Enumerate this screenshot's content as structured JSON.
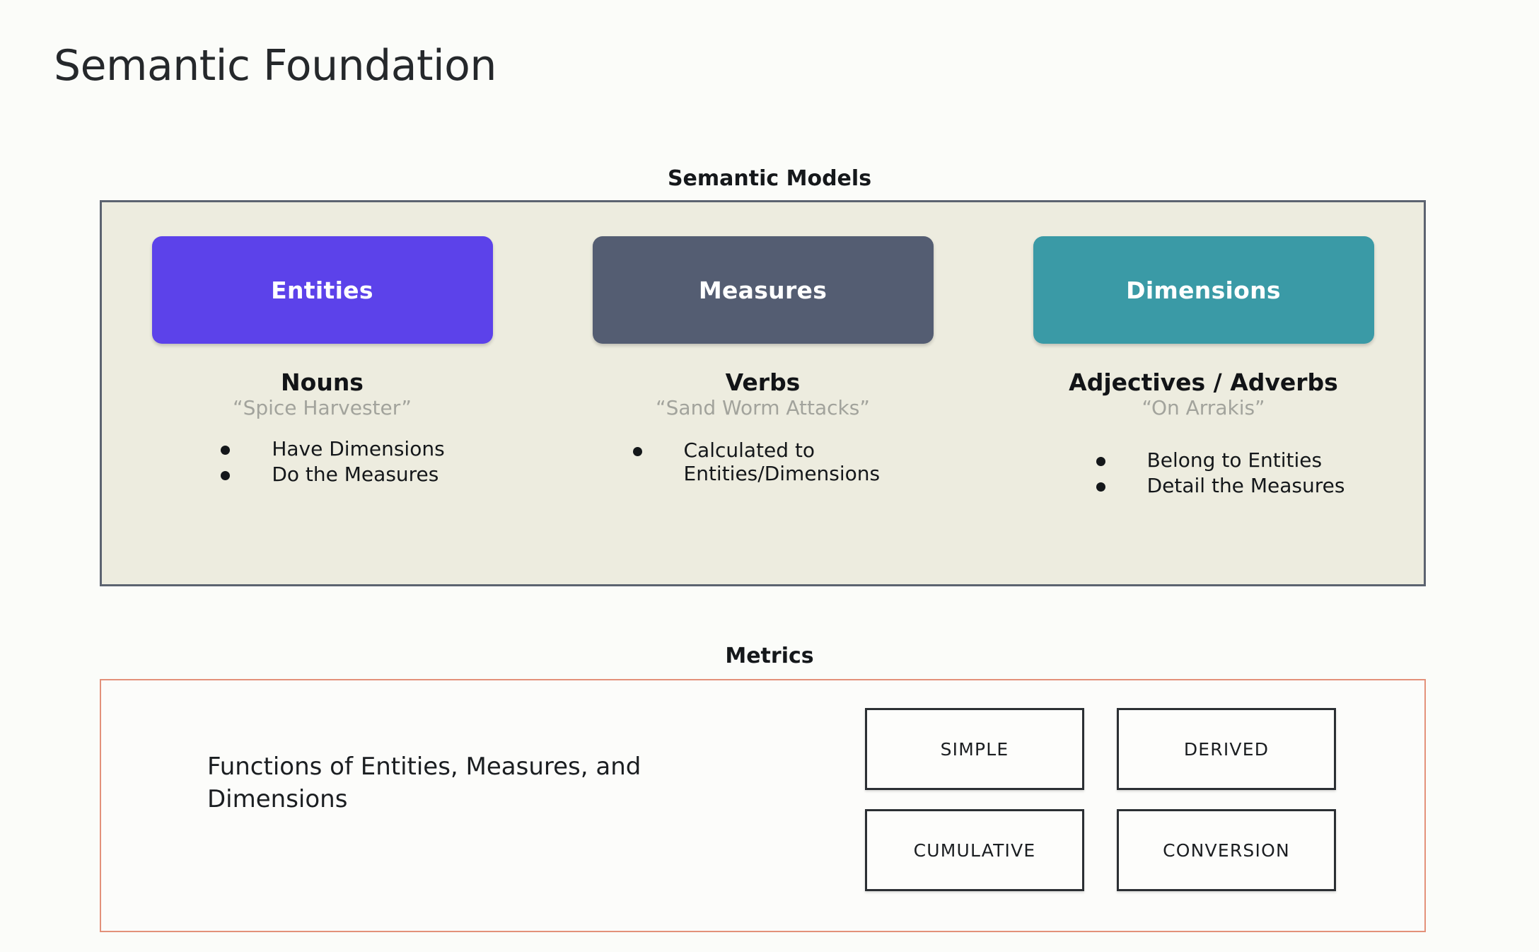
{
  "page": {
    "title": "Semantic Foundation",
    "background_color": "#fbfcf9"
  },
  "semantic_models": {
    "caption": "Semantic Models",
    "panel_background": "#edecdf",
    "panel_border_color": "#5c6370",
    "columns": [
      {
        "chip_label": "Entities",
        "chip_color": "#5c42ea",
        "part_of_speech": "Nouns",
        "example": "“Spice Harvester”",
        "bullets": [
          "Have Dimensions",
          "Do the Measures"
        ]
      },
      {
        "chip_label": "Measures",
        "chip_color": "#545d72",
        "part_of_speech": "Verbs",
        "example": "“Sand Worm Attacks”",
        "bullets": [
          "Calculated to Entities/Dimensions"
        ]
      },
      {
        "chip_label": "Dimensions",
        "chip_color": "#3a9aa6",
        "part_of_speech": "Adjectives / Adverbs",
        "example": "“On Arrakis”",
        "bullets": [
          "Belong to Entities",
          "Detail the Measures"
        ]
      }
    ]
  },
  "metrics": {
    "caption": "Metrics",
    "panel_border_color": "#e3917a",
    "description": "Functions of Entities, Measures, and Dimensions",
    "types": [
      "SIMPLE",
      "DERIVED",
      "CUMULATIVE",
      "CONVERSION"
    ]
  }
}
